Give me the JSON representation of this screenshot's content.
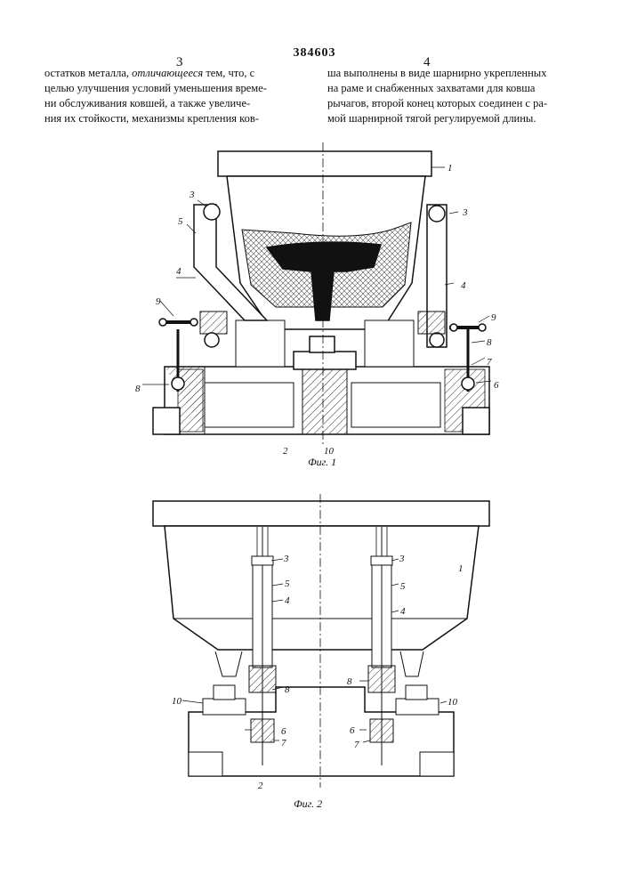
{
  "document": {
    "number": "384603",
    "left_column_number": "3",
    "right_column_number": "4"
  },
  "left_column_lines": [
    {
      "before": "остатков металла, ",
      "em": "отличающееся",
      "after": " тем, что, с"
    },
    {
      "before": "целью улучшения условий уменьшения време-",
      "em": "",
      "after": ""
    },
    {
      "before": "ни обслуживания ковшей, а также увеличе-",
      "em": "",
      "after": ""
    },
    {
      "before": "ния их стойкости, механизмы крепления ков-",
      "em": "",
      "after": ""
    }
  ],
  "right_column_lines": [
    "ша выполнены в виде шарнирно укрепленных",
    "на раме и снабженных захватами для ковша",
    "рычагов, второй конец которых соединен с ра-",
    "мой шарнирной тягой регулируемой длины."
  ],
  "figure1": {
    "caption": "Фиг. 1",
    "labels": {
      "l1": "1",
      "l3a": "3",
      "l3b": "3",
      "l5": "5",
      "l4a": "4",
      "l4b": "4",
      "l9a": "9",
      "l9b": "9",
      "l8a": "8",
      "l8b": "8",
      "l7": "7",
      "l6": "6",
      "l2": "2",
      "l10": "10"
    }
  },
  "figure2": {
    "caption": "Фиг. 2",
    "labels": {
      "l1": "1",
      "l3a": "3",
      "l3b": "3",
      "l5a": "5",
      "l5b": "5",
      "l4a": "4",
      "l4b": "4",
      "l8a": "8",
      "l8b": "8",
      "l10a": "10",
      "l10b": "10",
      "l6a": "6",
      "l6b": "6",
      "l7a": "7",
      "l7b": "7",
      "l2": "2"
    }
  }
}
